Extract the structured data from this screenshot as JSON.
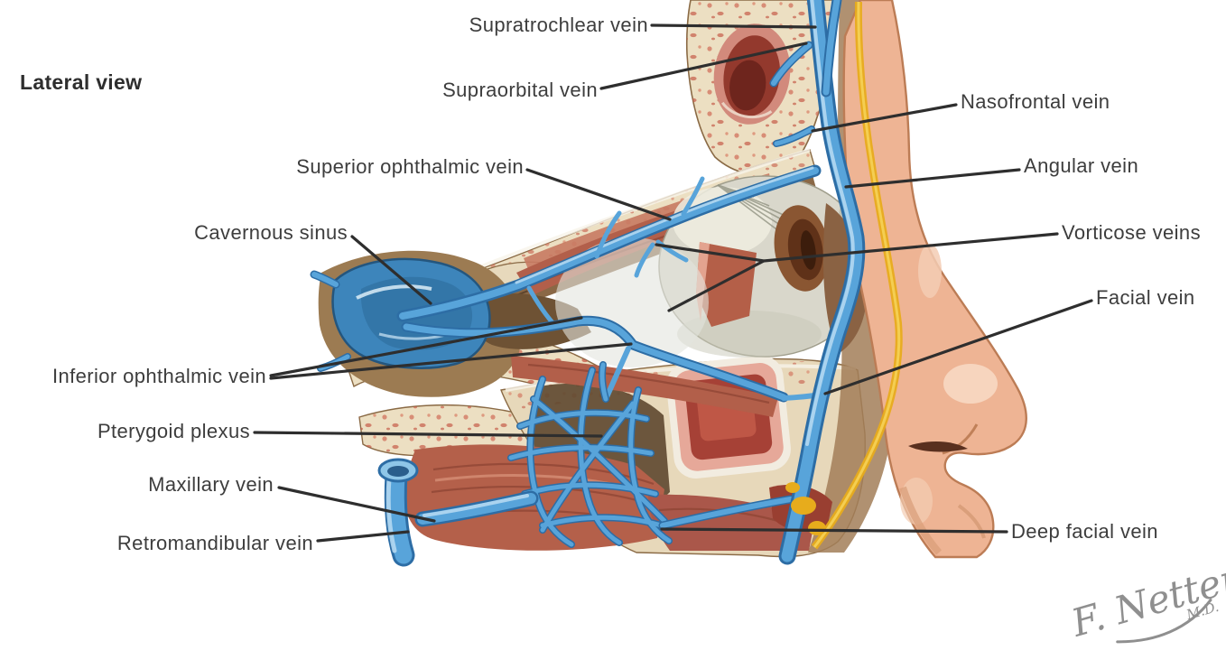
{
  "figure": {
    "view_label": "Lateral view",
    "labels": [
      {
        "id": "supratrochlear-vein",
        "text": "Supratrochlear vein"
      },
      {
        "id": "supraorbital-vein",
        "text": "Supraorbital vein"
      },
      {
        "id": "nasofrontal-vein",
        "text": "Nasofrontal vein"
      },
      {
        "id": "angular-vein",
        "text": "Angular vein"
      },
      {
        "id": "superior-ophthalmic-vein",
        "text": "Superior ophthalmic vein"
      },
      {
        "id": "cavernous-sinus",
        "text": "Cavernous sinus"
      },
      {
        "id": "vorticose-veins",
        "text": "Vorticose veins"
      },
      {
        "id": "facial-vein",
        "text": "Facial vein"
      },
      {
        "id": "inferior-ophthalmic-vein",
        "text": "Inferior ophthalmic vein"
      },
      {
        "id": "pterygoid-plexus",
        "text": "Pterygoid plexus"
      },
      {
        "id": "maxillary-vein",
        "text": "Maxillary vein"
      },
      {
        "id": "retromandibular-vein",
        "text": "Retromandibular vein"
      },
      {
        "id": "deep-facial-vein",
        "text": "Deep facial vein"
      }
    ],
    "signature": {
      "name": "F. Netter",
      "credential": "M.D."
    }
  },
  "colors": {
    "vein_blue": "#58a4da",
    "vein_outline": "#2d6da5",
    "vein_highlight": "#b8dcf2",
    "cavernous_blue": "#3d85bb",
    "bone_cream": "#ecdfc2",
    "marrow_red": "#cf6a55",
    "tissue_brown": "#8c6a47",
    "muscle_red": "#b3604b",
    "skin": "#eeb494",
    "skin_highlight": "#f7d8c2",
    "fat_yellow": "#e7ac1c",
    "sinus_red": "#a84236",
    "eyeball_gray": "#d9d7cb",
    "leader_line": "#2e2e2e",
    "label_text": "#3d3d3d",
    "signature_gray": "#8f8f8f",
    "background": "#ffffff"
  }
}
